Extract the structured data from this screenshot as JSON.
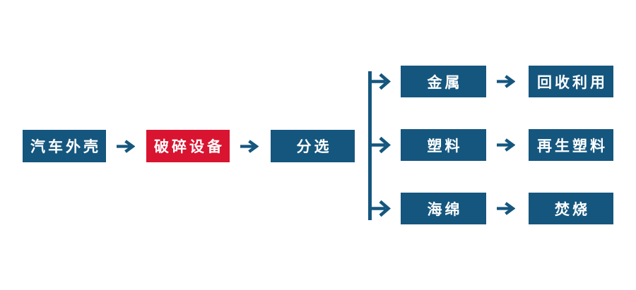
{
  "colors": {
    "primary_blue": "#15567E",
    "accent_red": "#D91430",
    "text_on_box": "#FFFFFF",
    "background": "#FFFFFF"
  },
  "flowchart": {
    "main_chain": {
      "source": "汽车外壳",
      "process": "破碎设备",
      "sort": "分选"
    },
    "branches": [
      {
        "material": "金属",
        "outcome": "回收利用"
      },
      {
        "material": "塑料",
        "outcome": "再生塑料"
      },
      {
        "material": "海绵",
        "outcome": "焚烧"
      }
    ]
  }
}
